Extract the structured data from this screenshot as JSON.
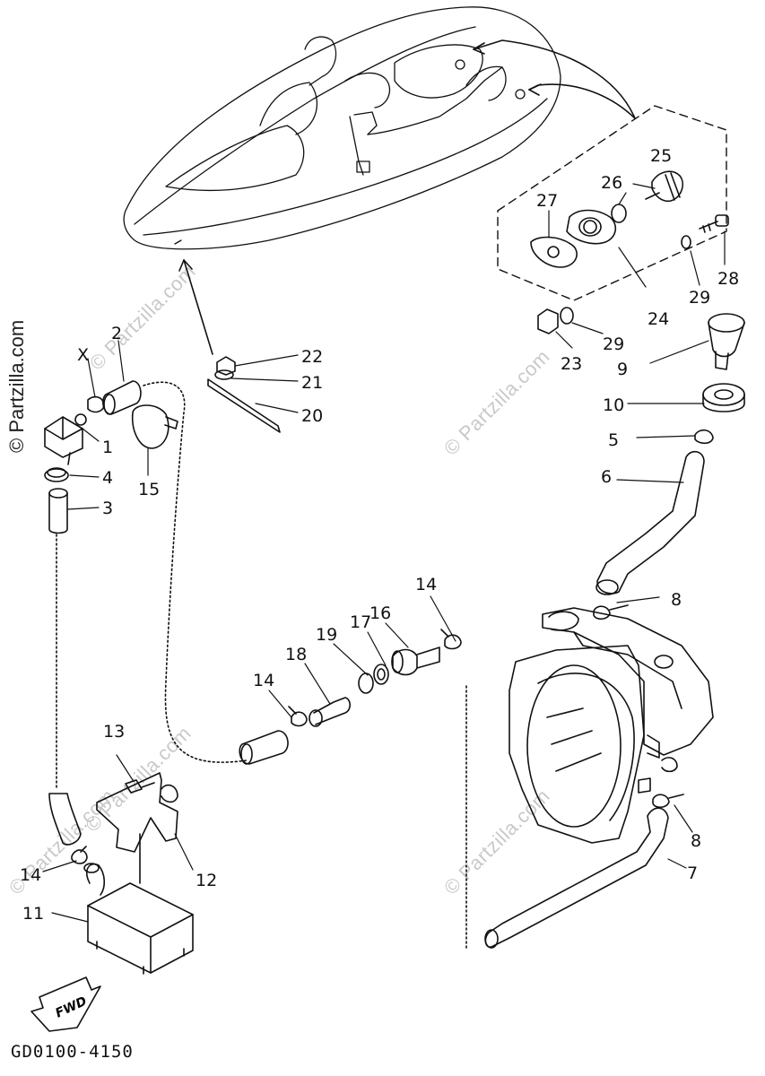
{
  "callouts": [
    {
      "id": "1",
      "text": "1"
    },
    {
      "id": "2",
      "text": "2"
    },
    {
      "id": "3",
      "text": "3"
    },
    {
      "id": "4",
      "text": "4"
    },
    {
      "id": "5",
      "text": "5"
    },
    {
      "id": "6",
      "text": "6"
    },
    {
      "id": "7",
      "text": "7"
    },
    {
      "id": "8a",
      "text": "8"
    },
    {
      "id": "8b",
      "text": "8"
    },
    {
      "id": "9",
      "text": "9"
    },
    {
      "id": "10",
      "text": "10"
    },
    {
      "id": "11",
      "text": "11"
    },
    {
      "id": "12",
      "text": "12"
    },
    {
      "id": "13",
      "text": "13"
    },
    {
      "id": "14a",
      "text": "14"
    },
    {
      "id": "14b",
      "text": "14"
    },
    {
      "id": "14c",
      "text": "14"
    },
    {
      "id": "14d",
      "text": "14"
    },
    {
      "id": "15",
      "text": "15"
    },
    {
      "id": "16",
      "text": "16"
    },
    {
      "id": "17",
      "text": "17"
    },
    {
      "id": "18",
      "text": "18"
    },
    {
      "id": "19",
      "text": "19"
    },
    {
      "id": "20",
      "text": "20"
    },
    {
      "id": "21",
      "text": "21"
    },
    {
      "id": "22",
      "text": "22"
    },
    {
      "id": "23",
      "text": "23"
    },
    {
      "id": "24",
      "text": "24"
    },
    {
      "id": "25",
      "text": "25"
    },
    {
      "id": "26",
      "text": "26"
    },
    {
      "id": "27",
      "text": "27"
    },
    {
      "id": "28",
      "text": "28"
    },
    {
      "id": "29a",
      "text": "29"
    },
    {
      "id": "29b",
      "text": "29"
    }
  ],
  "watermark_text": "© Partzilla.com",
  "copyright_text": "© Partzilla.com",
  "fwd_label": "FWD",
  "diagram_code": "GD0100-4150"
}
